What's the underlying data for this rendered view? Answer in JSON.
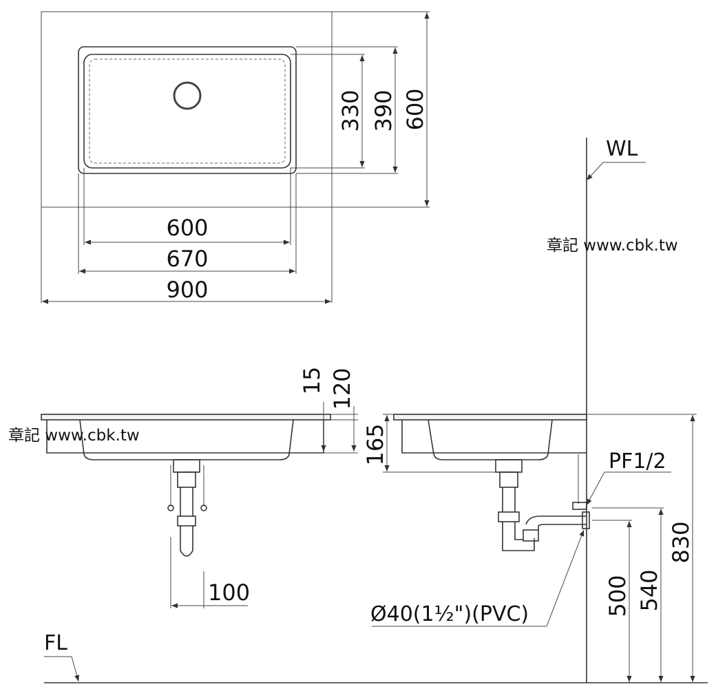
{
  "plan_view": {
    "dim_width_bowl": "600",
    "dim_width_sink": "670",
    "dim_width_counter": "900",
    "dim_depth_bowl": "330",
    "dim_depth_sink": "390",
    "dim_depth_counter": "600"
  },
  "front_view": {
    "dim_rim": "15",
    "dim_top": "120",
    "dim_bowl_depth": "165",
    "dim_drain_offset": "100"
  },
  "side_view": {
    "label_wall_line": "WL",
    "label_floor_line": "FL",
    "label_supply": "PF1/2",
    "label_drain_pipe": "Ø40(1½\")(PVC)",
    "dim_counter_height": "830",
    "dim_supply_height": "540",
    "dim_drain_height": "500"
  },
  "watermarks": {
    "top_right": "章記 www.cbk.tw",
    "left": "章記 www.cbk.tw"
  }
}
